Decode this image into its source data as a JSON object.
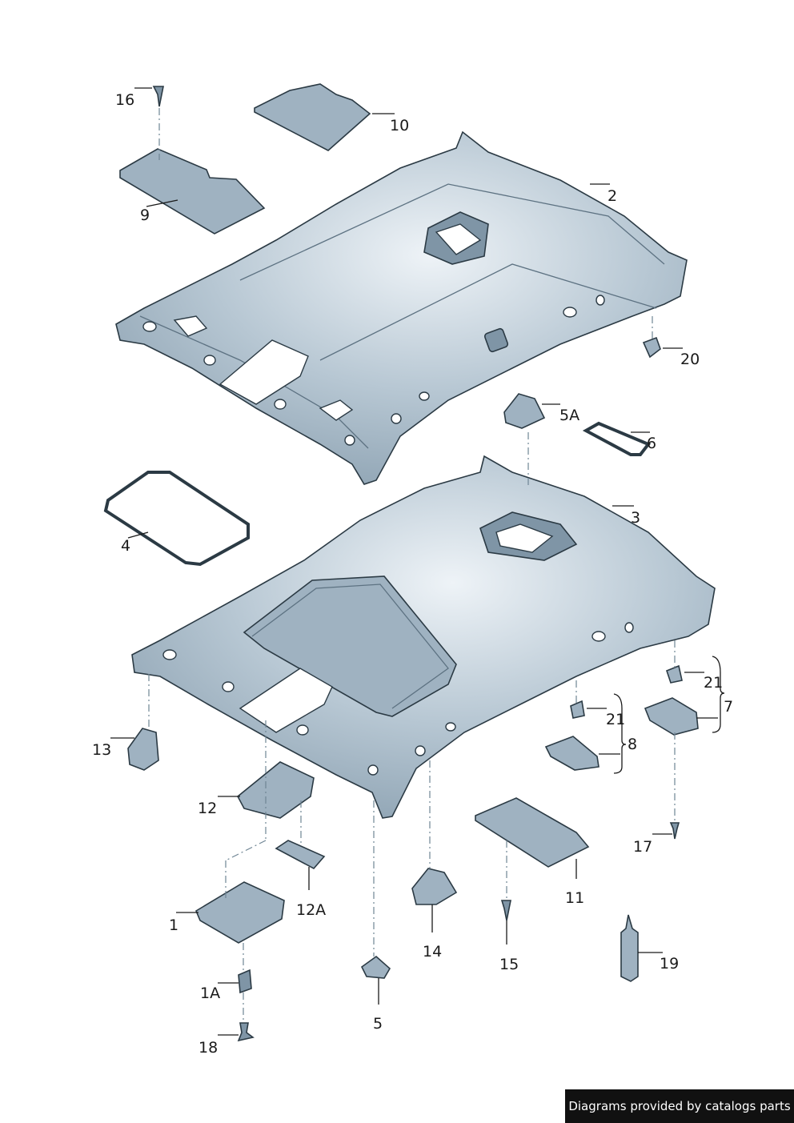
{
  "footer": {
    "text": "Diagrams provided by catalogs parts"
  },
  "labels": {
    "l1": "1",
    "l1A": "1A",
    "l2": "2",
    "l3": "3",
    "l4": "4",
    "l5": "5",
    "l5A": "5A",
    "l6": "6",
    "l7": "7",
    "l8": "8",
    "l9": "9",
    "l10": "10",
    "l11": "11",
    "l12": "12",
    "l12A": "12A",
    "l13": "13",
    "l14": "14",
    "l15": "15",
    "l16": "16",
    "l17": "17",
    "l18": "18",
    "l19": "19",
    "l20": "20",
    "l21a": "21",
    "l21b": "21"
  },
  "colors": {
    "part_fill": "#9fb2c1",
    "part_shadow": "#7f95a6",
    "outline": "#2b3a44",
    "footer_bg": "#111111"
  }
}
